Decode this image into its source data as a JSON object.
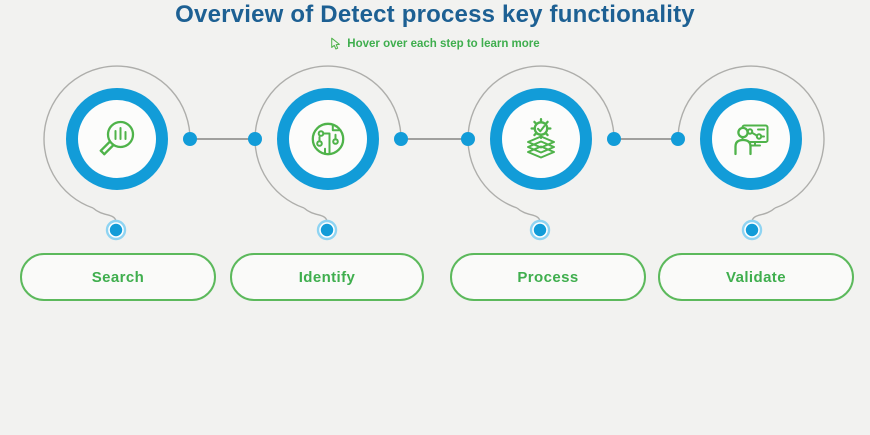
{
  "title": "Overview of Detect process key functionality",
  "subtitle": "Hover over each step to learn more",
  "subtitle_icon": "cursor-pointer-icon",
  "steps": [
    {
      "label": "Search",
      "icon": "magnifier-chart-icon"
    },
    {
      "label": "Identify",
      "icon": "circuit-chip-icon"
    },
    {
      "label": "Process",
      "icon": "layers-gear-check-icon"
    },
    {
      "label": "Validate",
      "icon": "person-dashboard-icon"
    }
  ],
  "colors": {
    "background": "#f2f2f0",
    "title_blue": "#1d6093",
    "green": "#4fb34a",
    "green_text": "#3fae4e",
    "accent_blue": "#129cd8",
    "dot_ring_blue": "#8fd4f2",
    "line_gray": "#aeaeab",
    "circle_bg": "#fcfcfb",
    "pill_border": "#5cb95c",
    "pill_bg": "#fafaf9"
  }
}
